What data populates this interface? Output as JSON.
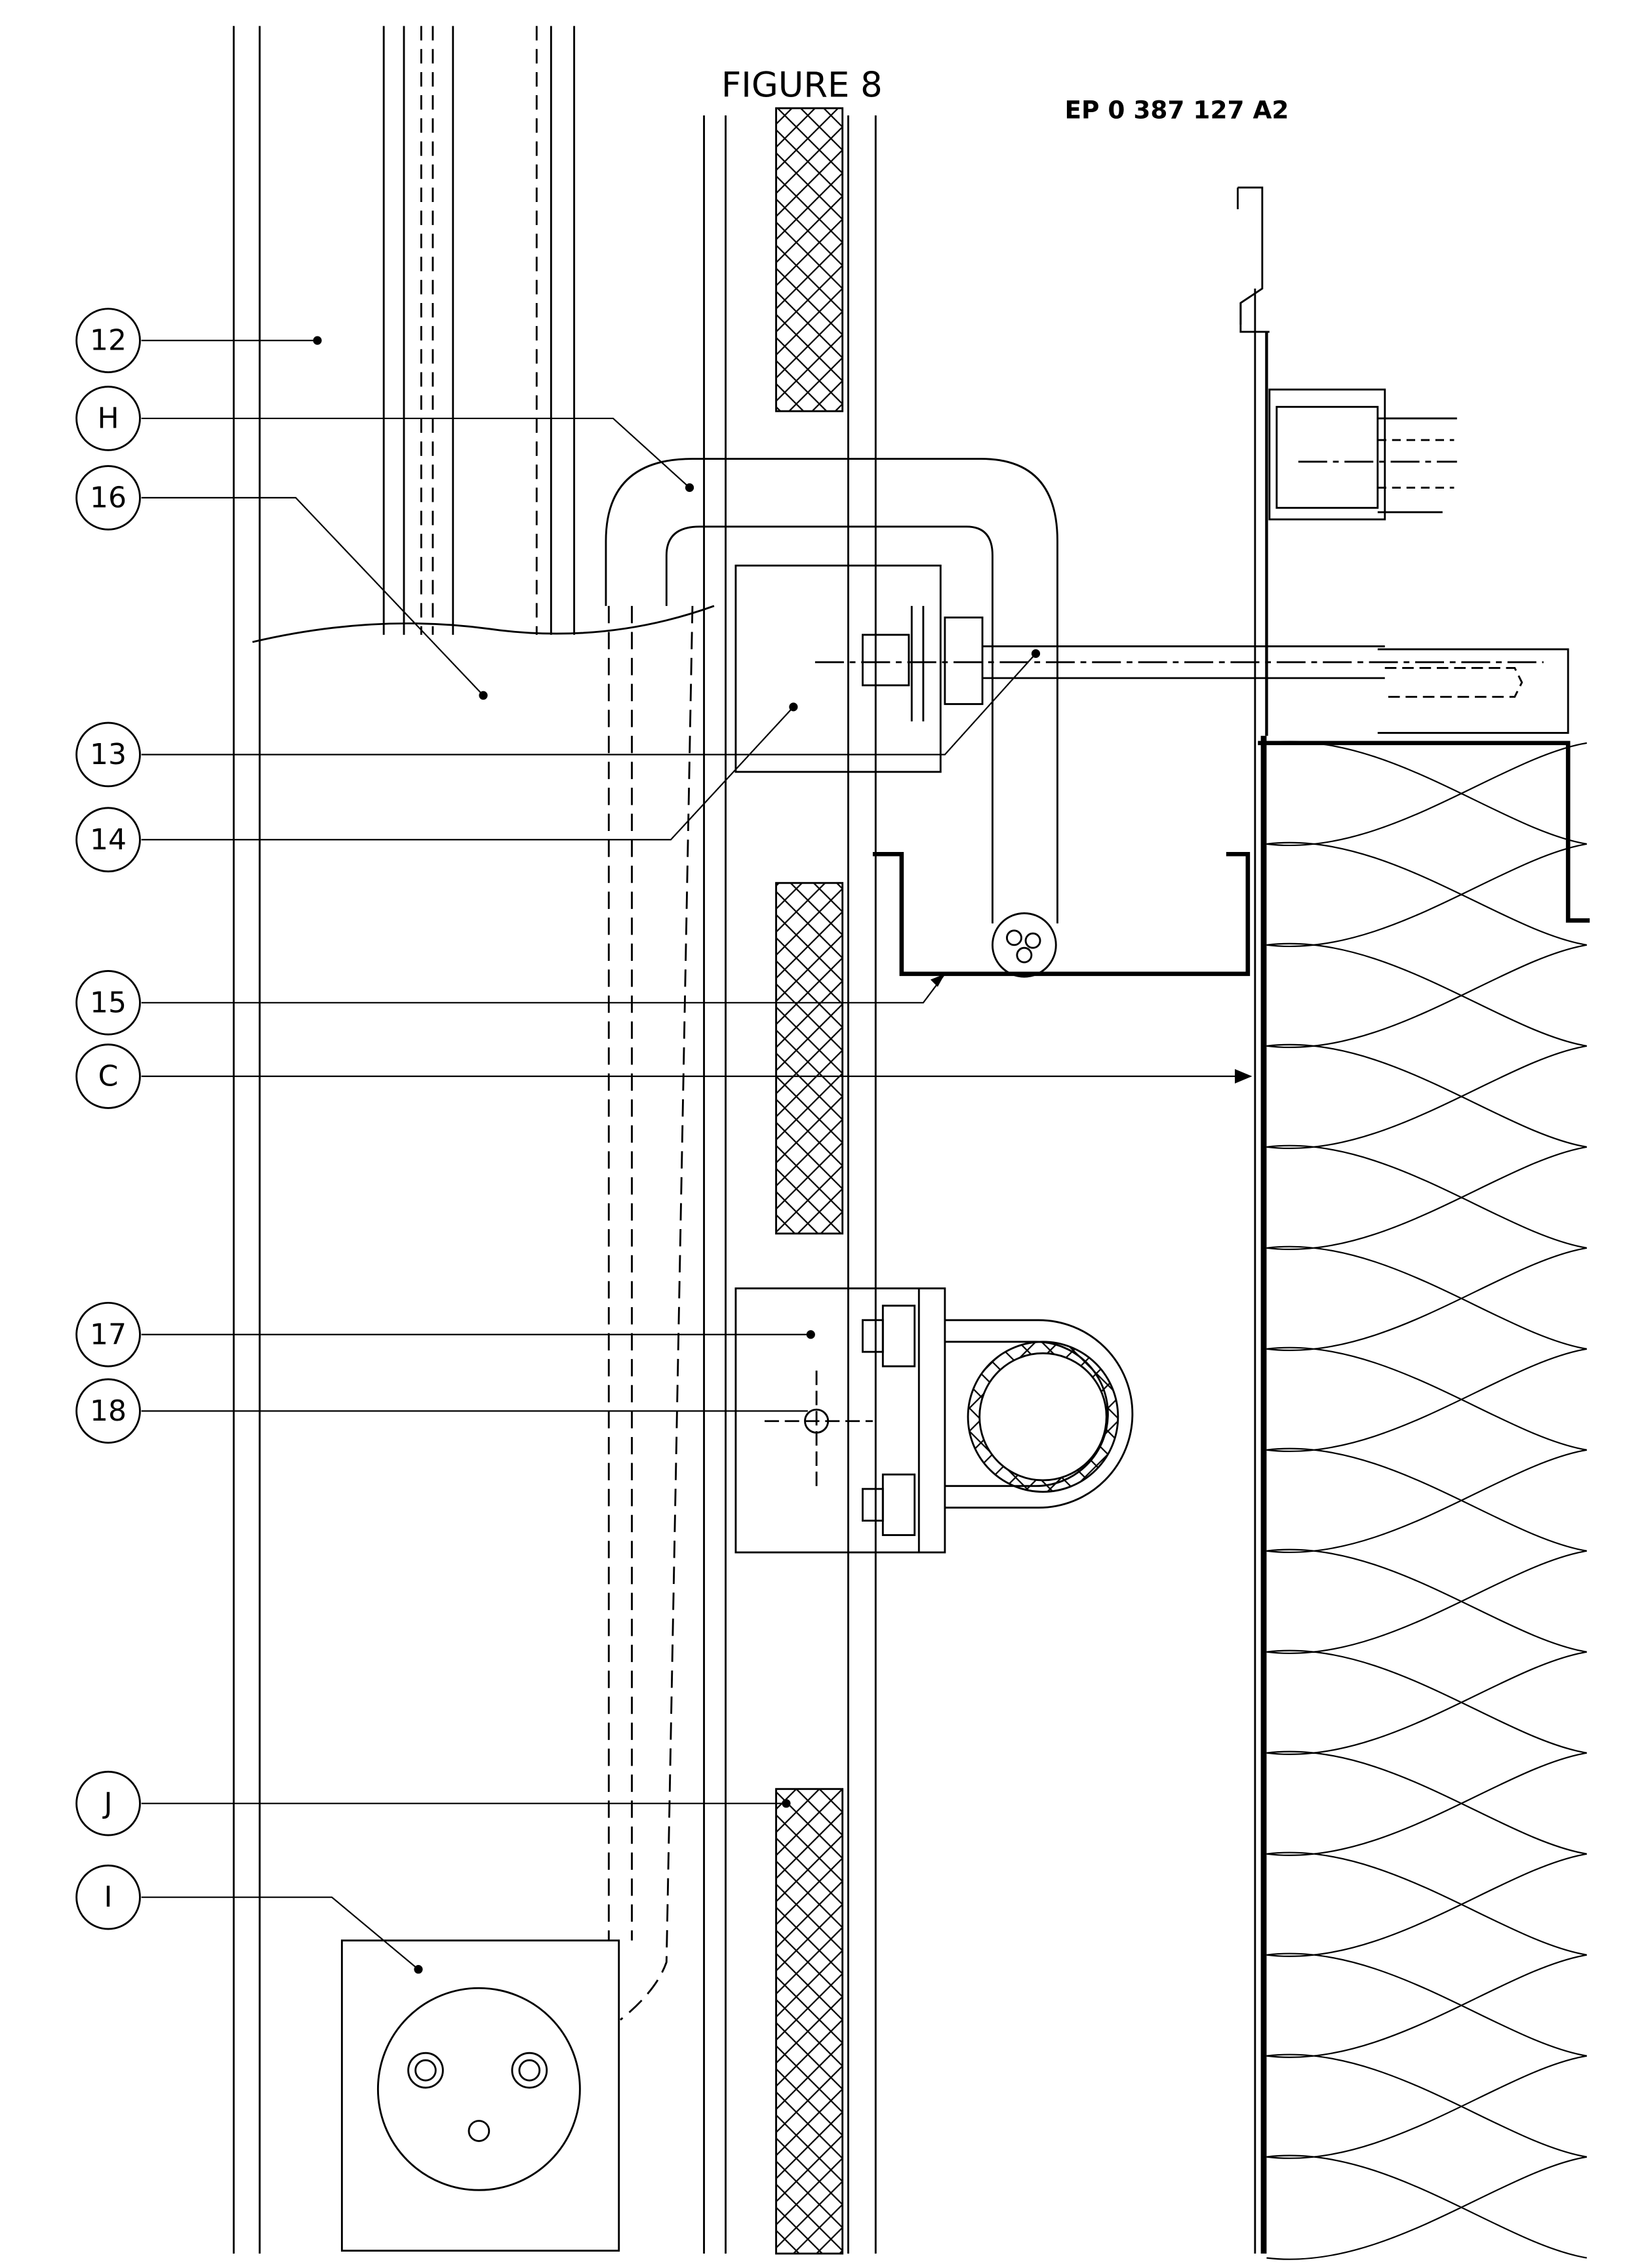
{
  "figure_title": "FIGURE 8",
  "publication_number": "EP 0 387 127 A2",
  "reference_labels": [
    "12",
    "H",
    "16",
    "13",
    "14",
    "15",
    "C",
    "17",
    "18",
    "J",
    "I"
  ]
}
